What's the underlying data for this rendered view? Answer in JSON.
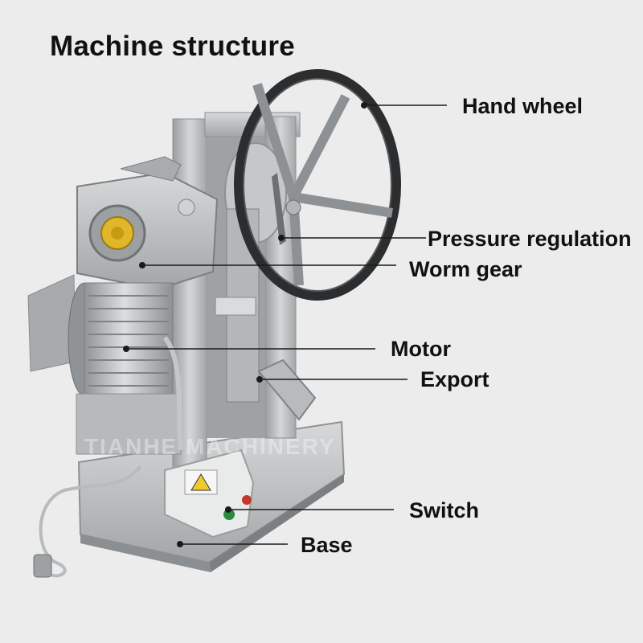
{
  "title": "Machine structure",
  "labels": {
    "hand_wheel": "Hand wheel",
    "pressure_regulation": "Pressure regulation",
    "worm_gear": "Worm gear",
    "motor": "Motor",
    "export": "Export",
    "switch": "Switch",
    "base": "Base"
  },
  "watermark": "TIANHE MACHINERY",
  "colors": {
    "background": "#ececec",
    "metal": "#b9bcbd",
    "metal_dark": "#7d8184",
    "wheel": "#2b2d2f",
    "leader_line": "#1a1a1a"
  }
}
